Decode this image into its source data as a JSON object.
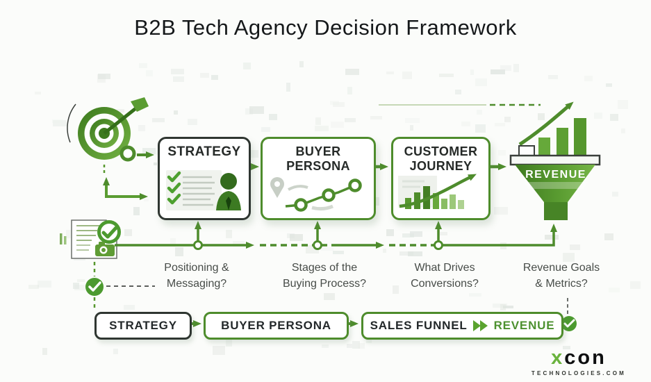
{
  "title": "B2B Tech Agency Decision Framework",
  "main_flow": {
    "strategy": "STRATEGY",
    "buyer_persona_line1": "BUYER",
    "buyer_persona_line2": "PERSONA",
    "customer_journey_line1": "CUSTOMER",
    "customer_journey_line2": "JOURNEY",
    "funnel_label": "REVENUE"
  },
  "questions": [
    {
      "line1": "Positioning &",
      "line2": "Messaging?"
    },
    {
      "line1": "Stages of the",
      "line2": "Buying Process?"
    },
    {
      "line1": "What Drives",
      "line2": "Conversions?"
    },
    {
      "line1": "Revenue Goals",
      "line2": "& Metrics?"
    }
  ],
  "bottom_flow": {
    "strategy": "STRATEGY",
    "buyer_persona": "BUYER PERSONA",
    "sales_funnel": "SALES FUNNEL",
    "revenue": "REVENUE"
  },
  "logo": {
    "brand_x": "x",
    "brand_rest": "con",
    "tagline": "TECHNOLOGIES.COM"
  },
  "colors": {
    "accent_green": "#4e8c2c",
    "bright_green": "#6fb33c",
    "check_green": "#4c9a2f",
    "dark_border": "#2f3631",
    "text_gray": "#474c48"
  }
}
